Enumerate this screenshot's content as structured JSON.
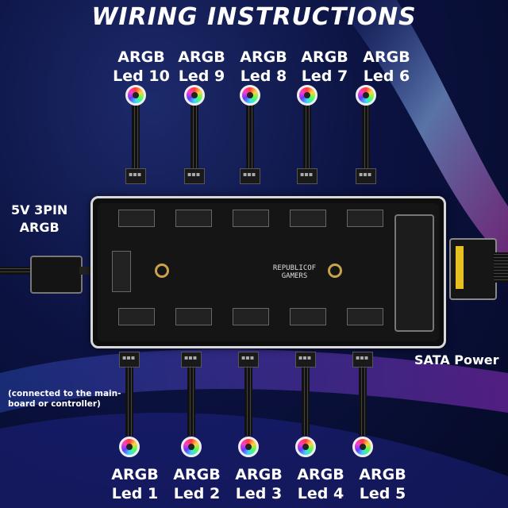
{
  "title": "WIRING INSTRUCTIONS",
  "top_outputs": [
    {
      "line1": "ARGB",
      "line2": "Led 10"
    },
    {
      "line1": "ARGB",
      "line2": "Led 9"
    },
    {
      "line1": "ARGB",
      "line2": "Led 8"
    },
    {
      "line1": "ARGB",
      "line2": "Led 7"
    },
    {
      "line1": "ARGB",
      "line2": "Led 6"
    }
  ],
  "bottom_outputs": [
    {
      "line1": "ARGB",
      "line2": "Led 1"
    },
    {
      "line1": "ARGB",
      "line2": "Led 2"
    },
    {
      "line1": "ARGB",
      "line2": "Led 3"
    },
    {
      "line1": "ARGB",
      "line2": "Led 4"
    },
    {
      "line1": "ARGB",
      "line2": "Led 5"
    }
  ],
  "input": {
    "line1": "5V 3PIN",
    "line2": "ARGB"
  },
  "input_note": {
    "line1": "(connected to the main-",
    "line2": "board or controller)"
  },
  "power": "SATA Power",
  "board": {
    "brand_line1": "REPUBLICOF",
    "brand_line2": "GAMERS"
  },
  "colors": {
    "background": "#0b1240",
    "text": "#ffffff",
    "hub": "#0e0e0e"
  }
}
